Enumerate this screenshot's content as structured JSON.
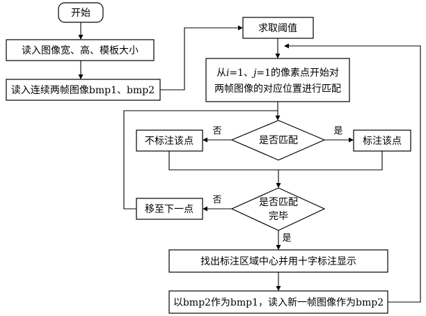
{
  "nodes": {
    "start": "开始",
    "read_size": "读入图像宽、高、模板大小",
    "read_images": "读入连续两帧图像bmp1、bmp2",
    "threshold": "求取阈值",
    "match_start_line1": "从i=1、j=1的像素点开始对",
    "match_start_line2": "两帧图像的对应位置进行匹配",
    "is_match": "是否匹配",
    "no_mark": "不标注该点",
    "mark": "标注该点",
    "match_done_line1": "是否匹配",
    "match_done_line2": "完毕",
    "move_next": "移至下一点",
    "find_center": "找出标注区域中心并用十字标注显示",
    "swap": "以bmp2作为bmp1，读入新一帧图像作为bmp2"
  },
  "labels": {
    "match_no": "否",
    "match_yes": "是",
    "done_no": "否",
    "done_yes": "是"
  },
  "variables": {
    "i": "i",
    "j": "j"
  }
}
